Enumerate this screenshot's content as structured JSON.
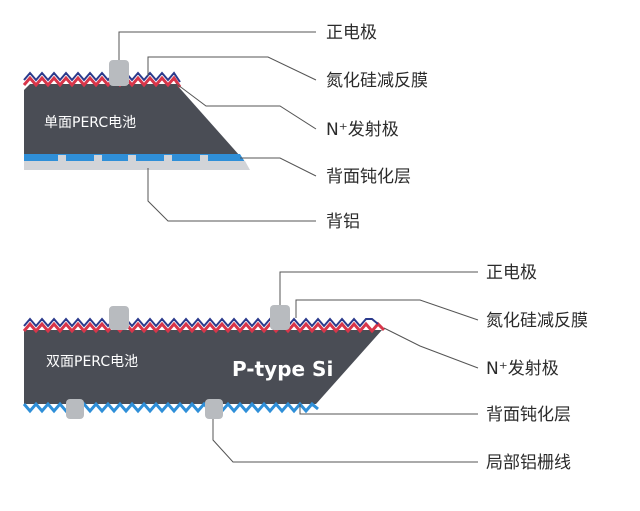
{
  "top_cell": {
    "title": "单面PERC电池",
    "labels": {
      "front_electrode": "正电极",
      "antireflection": "氮化硅减反膜",
      "emitter": "N⁺发射极",
      "passivation": "背面钝化层",
      "back_aluminum": "背铝"
    }
  },
  "bottom_cell": {
    "title": "双面PERC电池",
    "substrate": "P-type Si",
    "labels": {
      "front_electrode": "正电极",
      "antireflection": "氮化硅减反膜",
      "emitter": "N⁺发射极",
      "passivation": "背面钝化层",
      "al_grid": "局部铝栅线"
    }
  },
  "colors": {
    "silicon": "#4a4d55",
    "antireflection": "#2b3a8c",
    "emitter": "#d8364a",
    "passivation": "#2f8fd8",
    "back_aluminum": "#d2d4d8",
    "electrode": "#b8bbbf",
    "leader": "#555555"
  }
}
